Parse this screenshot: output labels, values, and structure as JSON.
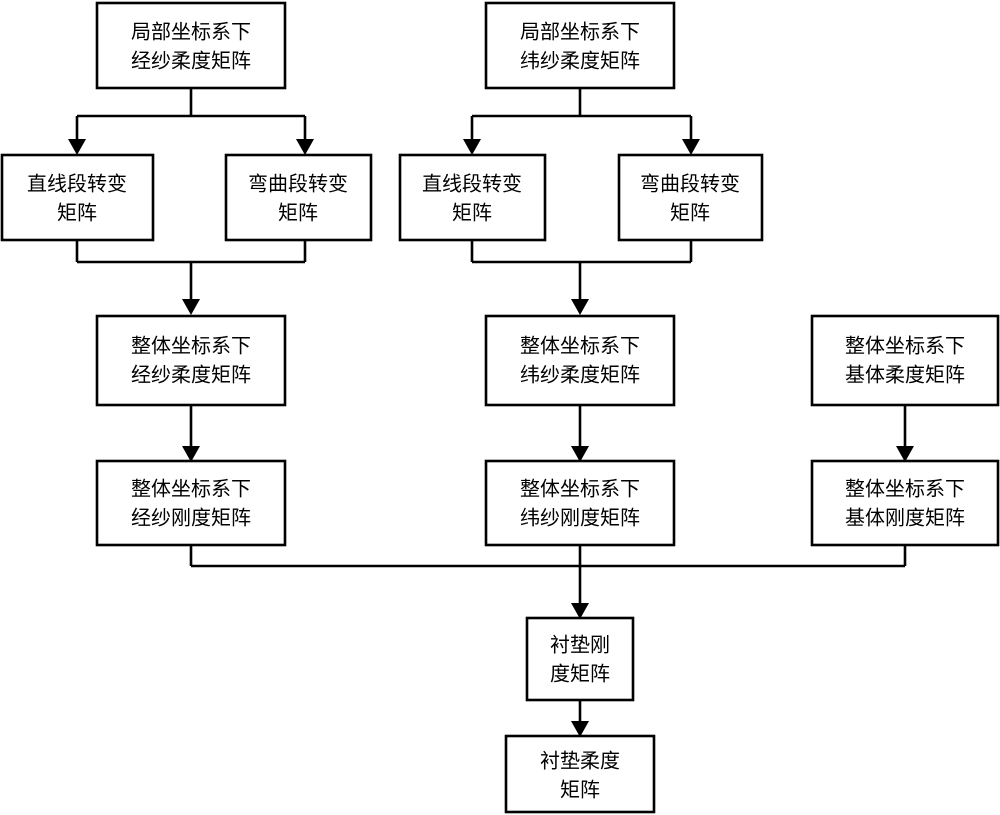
{
  "diagram": {
    "title": "Cushion stiffness/compliance matrix derivation flowchart",
    "background_color": "#ffffff",
    "line_color": "#000000",
    "text_color": "#000000",
    "nodes": {
      "warp_local_compliance": {
        "line1": "局部坐标系下",
        "line2": "经纱柔度矩阵"
      },
      "weft_local_compliance": {
        "line1": "局部坐标系下",
        "line2": "纬纱柔度矩阵"
      },
      "warp_straight_transform": {
        "line1": "直线段转变",
        "line2": "矩阵"
      },
      "warp_curved_transform": {
        "line1": "弯曲段转变",
        "line2": "矩阵"
      },
      "weft_straight_transform": {
        "line1": "直线段转变",
        "line2": "矩阵"
      },
      "weft_curved_transform": {
        "line1": "弯曲段转变",
        "line2": "矩阵"
      },
      "warp_global_compliance": {
        "line1": "整体坐标系下",
        "line2": "经纱柔度矩阵"
      },
      "weft_global_compliance": {
        "line1": "整体坐标系下",
        "line2": "纬纱柔度矩阵"
      },
      "matrix_global_compliance": {
        "line1": "整体坐标系下",
        "line2": "基体柔度矩阵"
      },
      "warp_global_stiffness": {
        "line1": "整体坐标系下",
        "line2": "经纱刚度矩阵"
      },
      "weft_global_stiffness": {
        "line1": "整体坐标系下",
        "line2": "纬纱刚度矩阵"
      },
      "matrix_global_stiffness": {
        "line1": "整体坐标系下",
        "line2": "基体刚度矩阵"
      },
      "cushion_stiffness": {
        "line1": "衬垫刚",
        "line2": "度矩阵"
      },
      "cushion_compliance": {
        "line1": "衬垫柔度",
        "line2": "矩阵"
      }
    }
  }
}
